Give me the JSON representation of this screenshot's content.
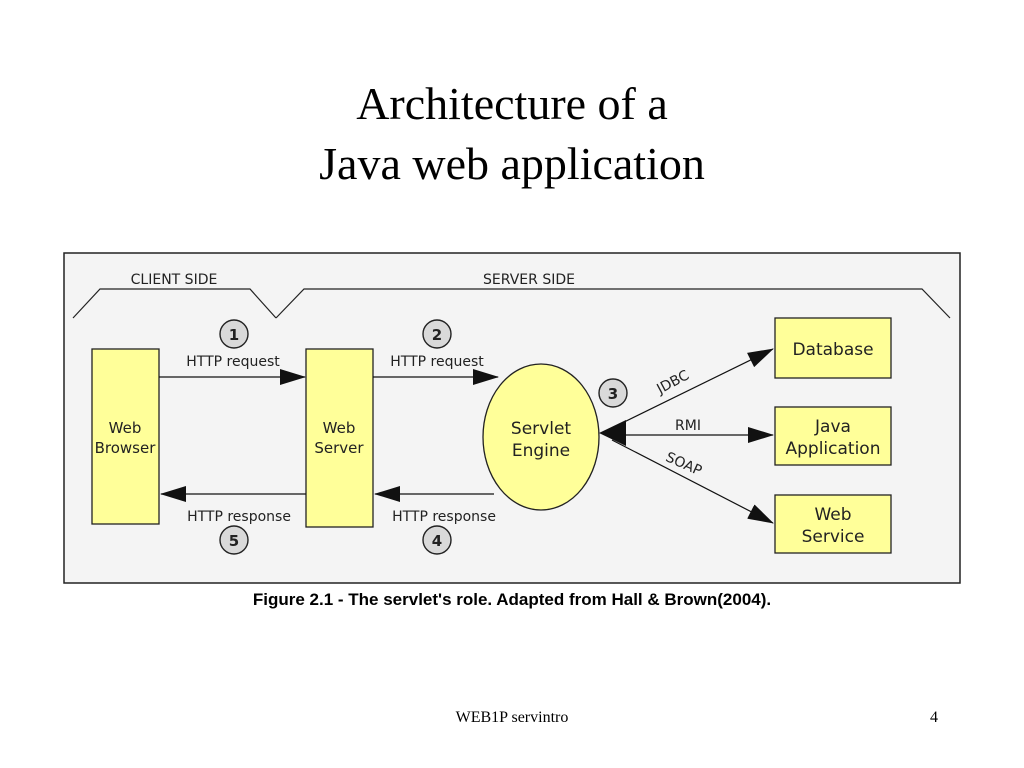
{
  "slide": {
    "title_line1": "Architecture of a",
    "title_line2": "Java web application",
    "footer": "WEB1P servintro",
    "page_number": "4"
  },
  "diagram": {
    "regions": {
      "client": "CLIENT SIDE",
      "server": "SERVER SIDE"
    },
    "nodes": {
      "browser": [
        "Web",
        "Browser"
      ],
      "webserver": [
        "Web",
        "Server"
      ],
      "engine": [
        "Servlet",
        "Engine"
      ],
      "database": [
        "Database"
      ],
      "javaapp": [
        "Java",
        "Application"
      ],
      "webservice": [
        "Web",
        "Service"
      ]
    },
    "edges": {
      "req1": "HTTP request",
      "req2": "HTTP request",
      "resp4": "HTTP response",
      "resp5": "HTTP response",
      "jdbc": "JDBC",
      "rmi": "RMI",
      "soap": "SOAP"
    },
    "steps": [
      "1",
      "2",
      "3",
      "4",
      "5"
    ],
    "colors": {
      "box_fill": "#ffff99",
      "frame_fill": "#f4f4f4",
      "step_fill": "#d9d9d9",
      "stroke": "#111111"
    },
    "caption": "Figure 2.1 - The servlet's role. Adapted from Hall & Brown(2004)."
  }
}
